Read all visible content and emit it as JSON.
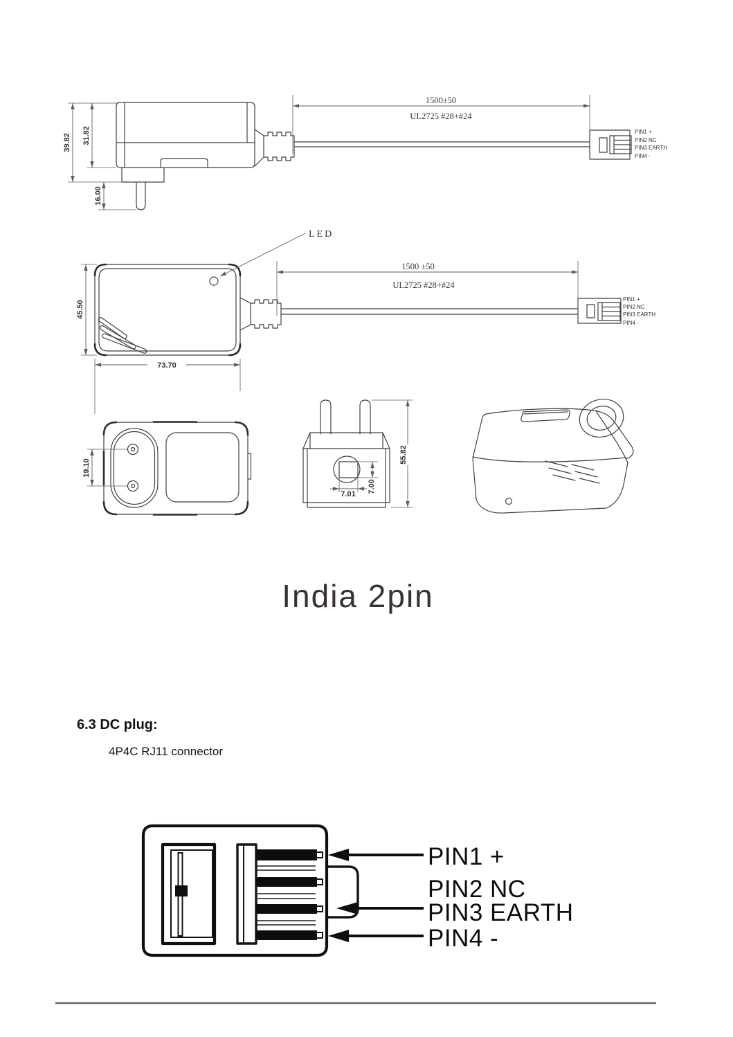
{
  "title": "India 2pin",
  "section": {
    "heading": "6.3 DC plug:",
    "subheading": "4P4C RJ11 connector"
  },
  "colors": {
    "ink": "#3f3f3f",
    "dim": "#5c5c5c",
    "heavy": "#0f0f0f",
    "divider": "#646464"
  },
  "side_view": {
    "dims": {
      "overall_height": "39.82",
      "body_height": "31.82",
      "pin_length": "16.00"
    },
    "cable": {
      "length": "1500±50",
      "spec": "UL2725 #28+#24"
    },
    "pins": [
      "PIN1 +",
      "PIN2 NC",
      "PIN3 EARTH",
      "PIN4 -"
    ]
  },
  "front_view": {
    "led_label": "LED",
    "dims": {
      "height": "45.50",
      "width": "73.70"
    },
    "cable": {
      "length": "1500 ±50",
      "spec": "UL2725 #28+#24"
    },
    "pins": [
      "PIN1 +",
      "PIN2 NC",
      "PIN3 EARTH",
      "PIN4 -"
    ]
  },
  "bottom_view": {
    "dims": {
      "pin_pitch": "19.10"
    }
  },
  "plug_view": {
    "dims": {
      "pin_width": "7.01",
      "pin_height": "7.00",
      "overall_height": "55.82"
    }
  },
  "connector_diagram": {
    "pin_labels": [
      "PIN1 +",
      "PIN2 NC",
      "PIN3 EARTH",
      "PIN4 -"
    ]
  }
}
